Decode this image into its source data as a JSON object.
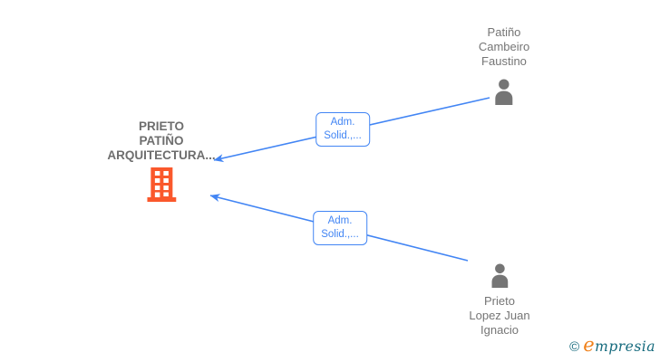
{
  "graph": {
    "company": {
      "name_lines": [
        "PRIETO",
        "PATIÑO",
        "ARQUITECTURA..."
      ],
      "icon": "building-icon"
    },
    "person_top": {
      "name_lines": [
        "Patiño",
        "Cambeiro",
        "Faustino"
      ],
      "icon": "person-icon"
    },
    "person_bottom": {
      "name_lines": [
        "Prieto",
        "Lopez Juan",
        "Ignacio"
      ],
      "icon": "person-icon"
    },
    "edge_top": {
      "label_line1": "Adm.",
      "label_line2": "Solid.,..."
    },
    "edge_bottom": {
      "label_line1": "Adm.",
      "label_line2": "Solid.,..."
    }
  },
  "watermark": {
    "copyright_symbol": "©",
    "brand_initial": "e",
    "brand_rest": "mpresia"
  },
  "colors": {
    "edge_blue": "#4285f4",
    "node_text_gray": "#757575",
    "company_text_gray": "#6e6e6e",
    "building_orange": "#fa582c",
    "person_gray": "#757575",
    "logo_teal": "#156a7d",
    "logo_orange": "#f08019",
    "background": "#ffffff"
  }
}
